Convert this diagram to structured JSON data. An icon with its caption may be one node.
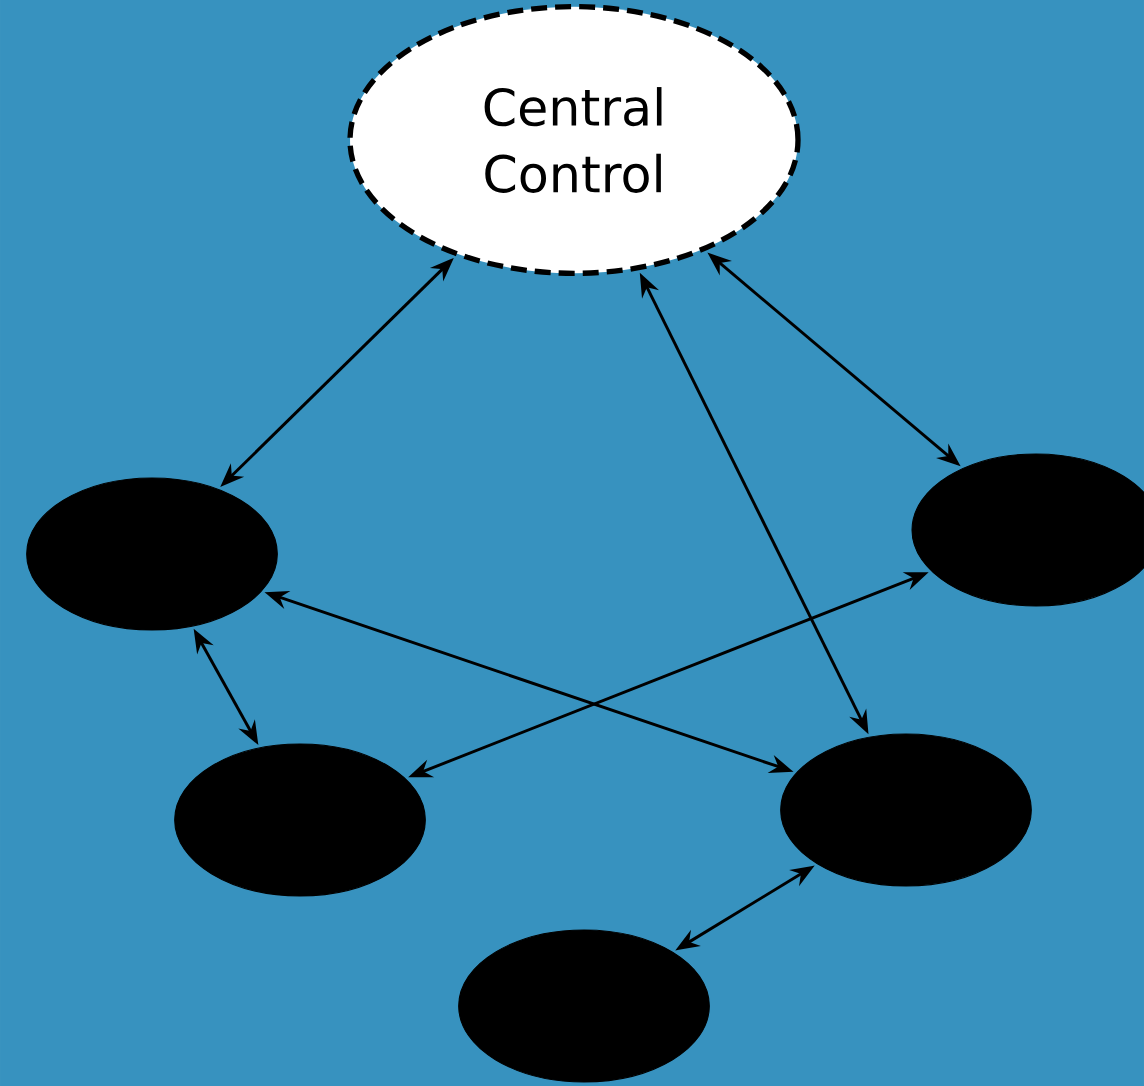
{
  "diagram": {
    "nodes": [
      {
        "text": [
          "Central Control"
        ]
      },
      {
        "text": [],
        "shape": "ellipse"
      },
      {
        "text": [],
        "shape": "ellipse"
      },
      {
        "text": [],
        "shape": "ellipse"
      },
      {
        "text": [],
        "shape": "ellipse"
      },
      {
        "text": [],
        "shape": "ellipse"
      }
    ],
    "edges": [
      {
        "from": 0,
        "to": 1,
        "arrow": "both"
      },
      {
        "from": 0,
        "to": 2,
        "arrow": "both"
      },
      {
        "from": 0,
        "to": 4,
        "arrow": "both"
      },
      {
        "from": 1,
        "to": 3,
        "arrow": "both"
      },
      {
        "from": 1,
        "to": 4,
        "arrow": "both"
      },
      {
        "from": 2,
        "to": 3,
        "arrow": "both"
      },
      {
        "from": 4,
        "to": 5,
        "arrow": "both"
      }
    ]
  }
}
